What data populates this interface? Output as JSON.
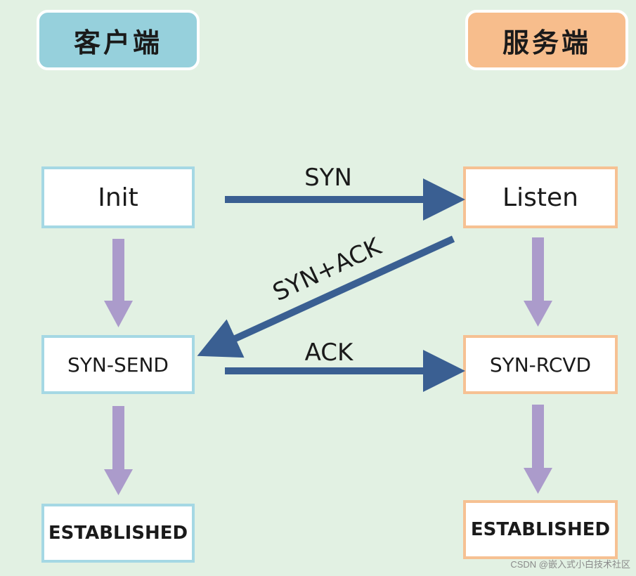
{
  "headers": {
    "client": "客户端",
    "server": "服务端"
  },
  "client_states": {
    "init": "Init",
    "syn_send": "SYN-SEND",
    "established": "ESTABLISHED"
  },
  "server_states": {
    "listen": "Listen",
    "syn_rcvd": "SYN-RCVD",
    "established": "ESTABLISHED"
  },
  "messages": {
    "syn": "SYN",
    "syn_ack": "SYN+ACK",
    "ack": "ACK"
  },
  "watermark": "CSDN @嵌入式小白技术社区",
  "colors": {
    "background": "#e2f1e3",
    "client_header": "#96d0dc",
    "server_header": "#f7bd8c",
    "message_arrow": "#3a5f92",
    "transition_arrow": "#ab9bcb"
  }
}
